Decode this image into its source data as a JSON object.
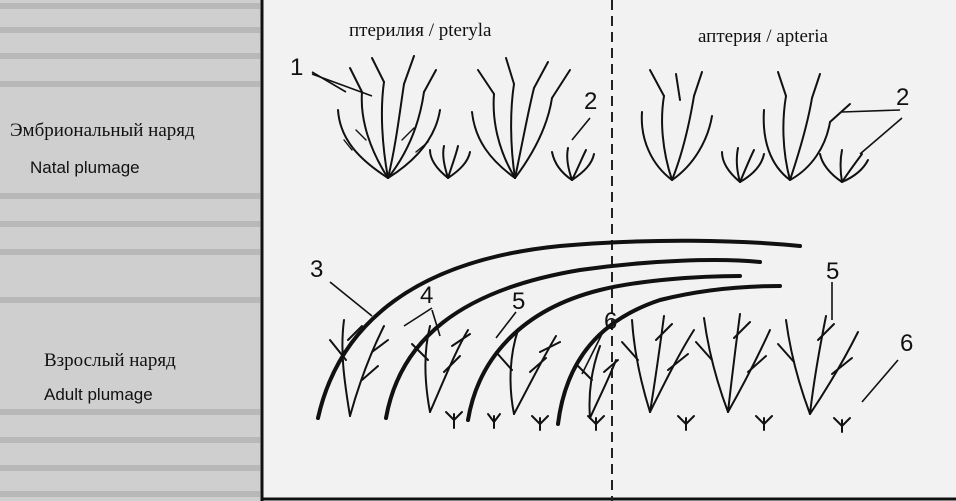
{
  "diagram": {
    "headers": {
      "pteryla": "птерилия / pteryla",
      "apteria": "аптерия / apteria"
    },
    "rows": {
      "natal": {
        "ru": "Эмбриональный наряд",
        "en": "Natal plumage"
      },
      "adult": {
        "ru": "Взрослый наряд",
        "en": "Adult plumage"
      }
    },
    "callouts": [
      "1",
      "2",
      "2",
      "3",
      "4",
      "5",
      "5",
      "6",
      "6"
    ]
  }
}
